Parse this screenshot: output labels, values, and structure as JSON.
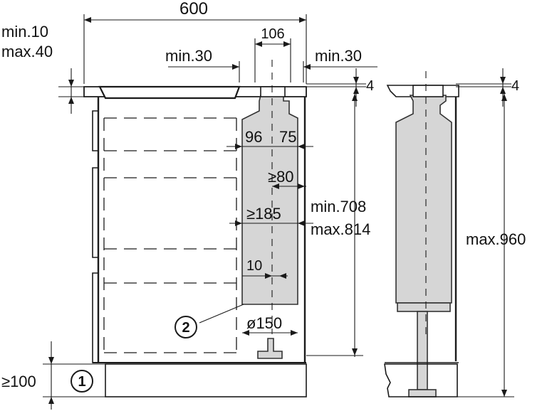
{
  "dimensions": {
    "width_600": "600",
    "width_106": "106",
    "min10": "min.10",
    "max40": "max.40",
    "min30_left": "min.30",
    "min30_right": "min.30",
    "gap_4_left": "4",
    "gap_4_right": "4",
    "d96": "96",
    "d75": "75",
    "ge80": "≥80",
    "ge185": "≥185",
    "min708": "min.708",
    "max814": "max.814",
    "max960": "max.960",
    "d10": "10",
    "dia150": "ø150",
    "ge100": "≥100"
  },
  "callouts": {
    "c1": "1",
    "c2": "2"
  },
  "colors": {
    "line": "#1a1a1a",
    "duct": "#d6d6d6",
    "duct_stroke": "#333333"
  }
}
